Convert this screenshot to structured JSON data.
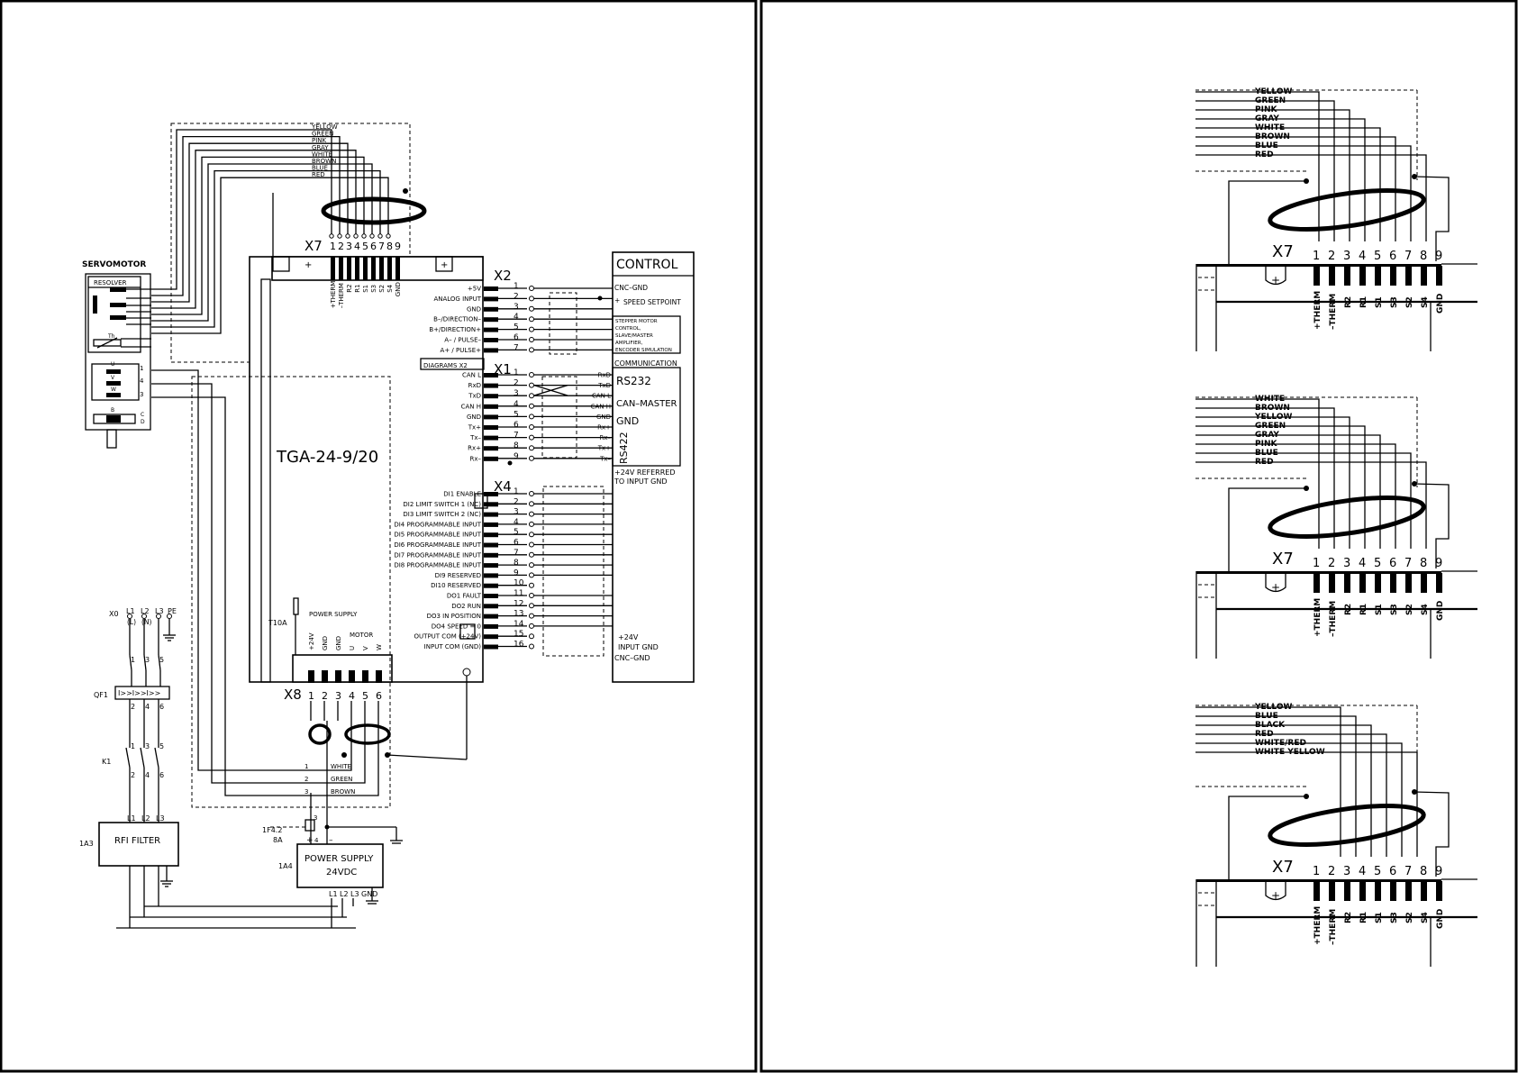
{
  "sheet_left": {
    "servomotor": {
      "title": "SERVOMOTOR",
      "resolver": "RESOLVER",
      "th": "Th",
      "pins": [
        "1",
        "4",
        "3"
      ],
      "brake": "B",
      "phase_labels": [
        "U",
        "V",
        "W"
      ],
      "c": "C",
      "d": "D"
    },
    "wire_colors": [
      "YELLOW",
      "GREEN",
      "PINK",
      "GRAY",
      "WHITE",
      "BROWN",
      "BLUE",
      "RED"
    ],
    "drive": {
      "model": "TGA-24-9/20"
    },
    "x7": {
      "name": "X7",
      "pins": [
        "1",
        "2",
        "3",
        "4",
        "5",
        "6",
        "7",
        "8",
        "9"
      ],
      "signals": [
        "+THERM",
        "–THERM",
        "R2",
        "R1",
        "S1",
        "S3",
        "S2",
        "S4",
        "GND"
      ]
    },
    "x2": {
      "name": "X2",
      "labels": [
        "+5V",
        "ANALOG INPUT",
        "GND",
        "B–/DIRECTION–",
        "B+/DIRECTION+",
        "A– / PULSE–",
        "A+ / PULSE+"
      ],
      "pins": [
        "1",
        "2",
        "3",
        "4",
        "5",
        "6",
        "7"
      ],
      "diagrams_note": "DIAGRAMS X2"
    },
    "x1": {
      "name": "X1",
      "labels": [
        "CAN L",
        "RxD",
        "TxD",
        "CAN H",
        "GND",
        "Tx+",
        "Tx–",
        "Rx+",
        "Rx–"
      ],
      "pins": [
        "1",
        "2",
        "3",
        "4",
        "5",
        "6",
        "7",
        "8",
        "9"
      ],
      "right_labels": [
        "RxD",
        "TxD",
        "CAN L",
        "CAN H",
        "GND",
        "Rx+",
        "Rx–",
        "Tx+",
        "Tx–"
      ]
    },
    "x4": {
      "name": "X4",
      "labels": [
        "DI1 ENABLE",
        "DI2 LIMIT SWITCH 1 (NC)",
        "DI3 LIMIT SWITCH 2 (NC)",
        "DI4 PROGRAMMABLE INPUT",
        "DI5 PROGRAMMABLE INPUT",
        "DI6 PROGRAMMABLE INPUT",
        "DI7 PROGRAMMABLE INPUT",
        "DI8 PROGRAMMABLE INPUT",
        "DI9 RESERVED",
        "DI10 RESERVED",
        "DO1 FAULT",
        "DO2 RUN",
        "DO3 IN POSITION",
        "DO4 SPEED = 0",
        "OUTPUT COM (+24V)",
        "INPUT COM (GND)"
      ],
      "pins": [
        "1",
        "2",
        "3",
        "4",
        "5",
        "6",
        "7",
        "8",
        "9",
        "10",
        "11",
        "12",
        "13",
        "14",
        "15",
        "16"
      ],
      "outputs": [
        "FAULT",
        "RUN",
        "IN POSITION",
        "SPEED = 0"
      ]
    },
    "x8": {
      "name": "X8",
      "pins": [
        "1",
        "2",
        "3",
        "4",
        "5",
        "6"
      ],
      "signals": [
        "+24V",
        "GND",
        "GND",
        "U",
        "V",
        "W"
      ],
      "motor": "MOTOR",
      "power_supply": "POWER SUPPLY",
      "fuse": "T10A"
    },
    "control": {
      "title": "CONTROL",
      "cnc_gnd": "CNC–GND",
      "speed_setpoint": "SPEED SETPOINT",
      "plus": "+",
      "stepper_note": [
        "STEPPER MOTOR",
        "CONTROL,",
        "SLAVE/MASTER",
        "AMPLIFIER,",
        "ENCODER SIMULATION"
      ],
      "communication": "COMMUNICATION",
      "rs232": "RS232",
      "can_master": "CAN–MASTER",
      "gnd": "GND",
      "rs422": "RS422",
      "ref24": [
        "+24V REFERRED",
        "TO INPUT GND"
      ],
      "bottom": [
        "+24V",
        "INPUT GND",
        "CNC–GND"
      ]
    },
    "motor_cable": [
      {
        "n": "1",
        "c": "WHITE"
      },
      {
        "n": "2",
        "c": "GREEN"
      },
      {
        "n": "3",
        "c": "BROWN"
      }
    ],
    "mains": {
      "x0": "X0",
      "lines": [
        "L1",
        "L2",
        "L3",
        "PE"
      ],
      "lines_b": [
        "(L)",
        "(N)"
      ],
      "qf1": "QF1",
      "breaker": "I>>I>>I>>",
      "k1": "K1",
      "top_nums": [
        "1",
        "3",
        "5"
      ],
      "bot_nums": [
        "2",
        "4",
        "6"
      ],
      "filter_lines": [
        "L1",
        "L2",
        "L3"
      ]
    },
    "rfi": {
      "ref": "1A3",
      "label": "RFI FILTER"
    },
    "psu": {
      "ref": "1A4",
      "label1": "POWER SUPPLY",
      "label2": "24VDC",
      "fuse_ref": "1F4.2",
      "fuse_val": "8A",
      "plus": "+",
      "minus": "–",
      "pin3": "3",
      "pin4": "4",
      "bottom": [
        "L1",
        "L2",
        "L3",
        "GND"
      ]
    }
  },
  "sheet_right": {
    "detail_1": {
      "colors": [
        "YELLOW",
        "GREEN",
        "PINK",
        "GRAY",
        "WHITE",
        "BROWN",
        "BLUE",
        "RED"
      ]
    },
    "detail_2": {
      "colors": [
        "WHITE",
        "BROWN",
        "YELLOW",
        "GREEN",
        "GRAY",
        "PINK",
        "BLUE",
        "RED"
      ]
    },
    "detail_3": {
      "colors": [
        "YELLOW",
        "BLUE",
        "BLACK",
        "RED",
        "WHITE/RED",
        "WHITE YELLOW"
      ]
    },
    "connector": "X7",
    "pins": [
      "1",
      "2",
      "3",
      "4",
      "5",
      "6",
      "7",
      "8",
      "9"
    ],
    "signals": [
      "+THERM",
      "–THERM",
      "R2",
      "R1",
      "S1",
      "S3",
      "S2",
      "S4",
      "GND"
    ]
  }
}
